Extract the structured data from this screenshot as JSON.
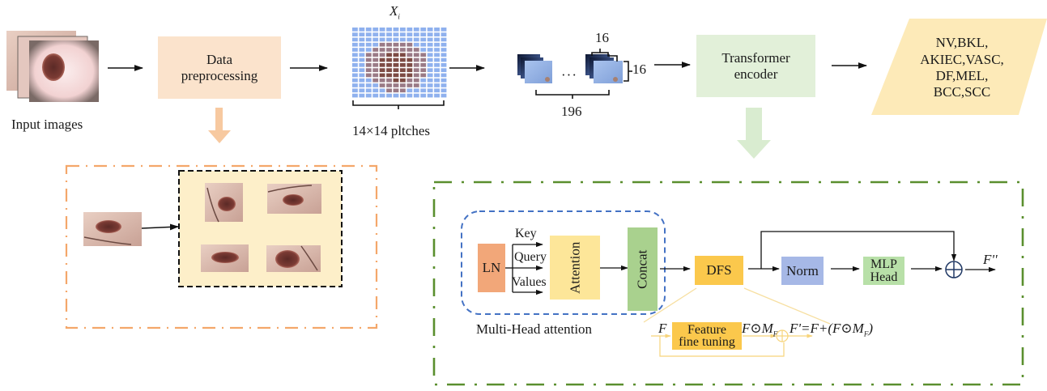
{
  "title": "Skin lesion classification pipeline with Transformer encoder and DFS module",
  "input": {
    "label": "Input images"
  },
  "preprocessing": {
    "label_line1": "Data",
    "label_line2": "preprocessing"
  },
  "patches": {
    "symbol": "X",
    "subscript": "i",
    "grid_label": "14×14 pltches",
    "grid_size": 14
  },
  "tokens": {
    "count_label": "196",
    "patch_w_label": "16",
    "patch_h_label": "16",
    "ellipsis": "···"
  },
  "encoder": {
    "label_line1": "Transformer",
    "label_line2": "encoder"
  },
  "classes": {
    "lines": [
      "NV,BKL,",
      "AKIEC,VASC,",
      "DF,MEL,",
      "BCC,SCC"
    ]
  },
  "multihead": {
    "caption": "Multi-Head attention",
    "ln": "LN",
    "inputs": [
      "Key",
      "Query",
      "Values"
    ],
    "attention": "Attention",
    "concat": "Concat"
  },
  "block": {
    "dfs": "DFS",
    "norm": "Norm",
    "mlp_line1": "MLP",
    "mlp_line2": "Head",
    "output": "F''"
  },
  "dfs_detail": {
    "input_symbol": "F",
    "box_line1": "Feature",
    "box_line2": "fine tuning",
    "product": "F⊙M",
    "product_sub": "F",
    "equation": "F'=F+(F⊙M",
    "equation_sub": "F",
    "equation_tail": ")"
  },
  "colors": {
    "preprocess_fill": "#fbe3cc",
    "preprocess_arrow": "#f7c9a0",
    "preprocess_frame": "#f4a76a",
    "augment_fill": "#fdefc9",
    "encoder_fill": "#e2f0d9",
    "encoder_arrow": "#d9ecd0",
    "encoder_frame": "#5a8f2e",
    "classes_fill": "#fdeab8",
    "ln_fill": "#f2a779",
    "attention_fill": "#fde699",
    "concat_fill": "#a9d18e",
    "dfs_fill": "#fbc84c",
    "norm_fill": "#a6b8e6",
    "mlp_fill": "#b8e0a8",
    "multihead_frame": "#4472c4",
    "dfs_line": "#f7dfa0",
    "patch_blue": "#8fb1ee"
  }
}
